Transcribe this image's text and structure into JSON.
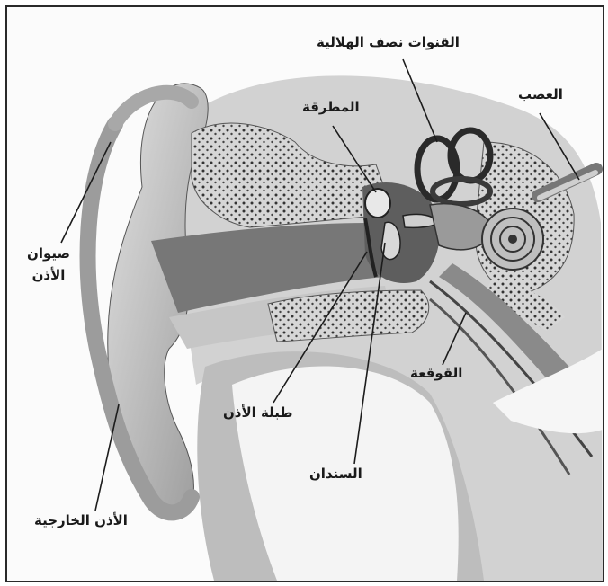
{
  "labels": {
    "semicircular_canals": "القنوات نصف الهلالية",
    "nerve": "العصب",
    "hammer": "المطرقة",
    "auricle_line1": "صيوان",
    "auricle_line2": "الأذن",
    "eardrum": "طبلة الأذن",
    "cochlea": "القوقعة",
    "anvil": "السندان",
    "outer_ear": "الأذن الخارجية"
  },
  "colors": {
    "skin": "#c9c9c9",
    "skin_dark": "#8f8f8f",
    "bone": "#dcdcdc",
    "canal": "#6f6f6f",
    "stipple": "#3a3a3a",
    "line": "#1c1c1c"
  }
}
